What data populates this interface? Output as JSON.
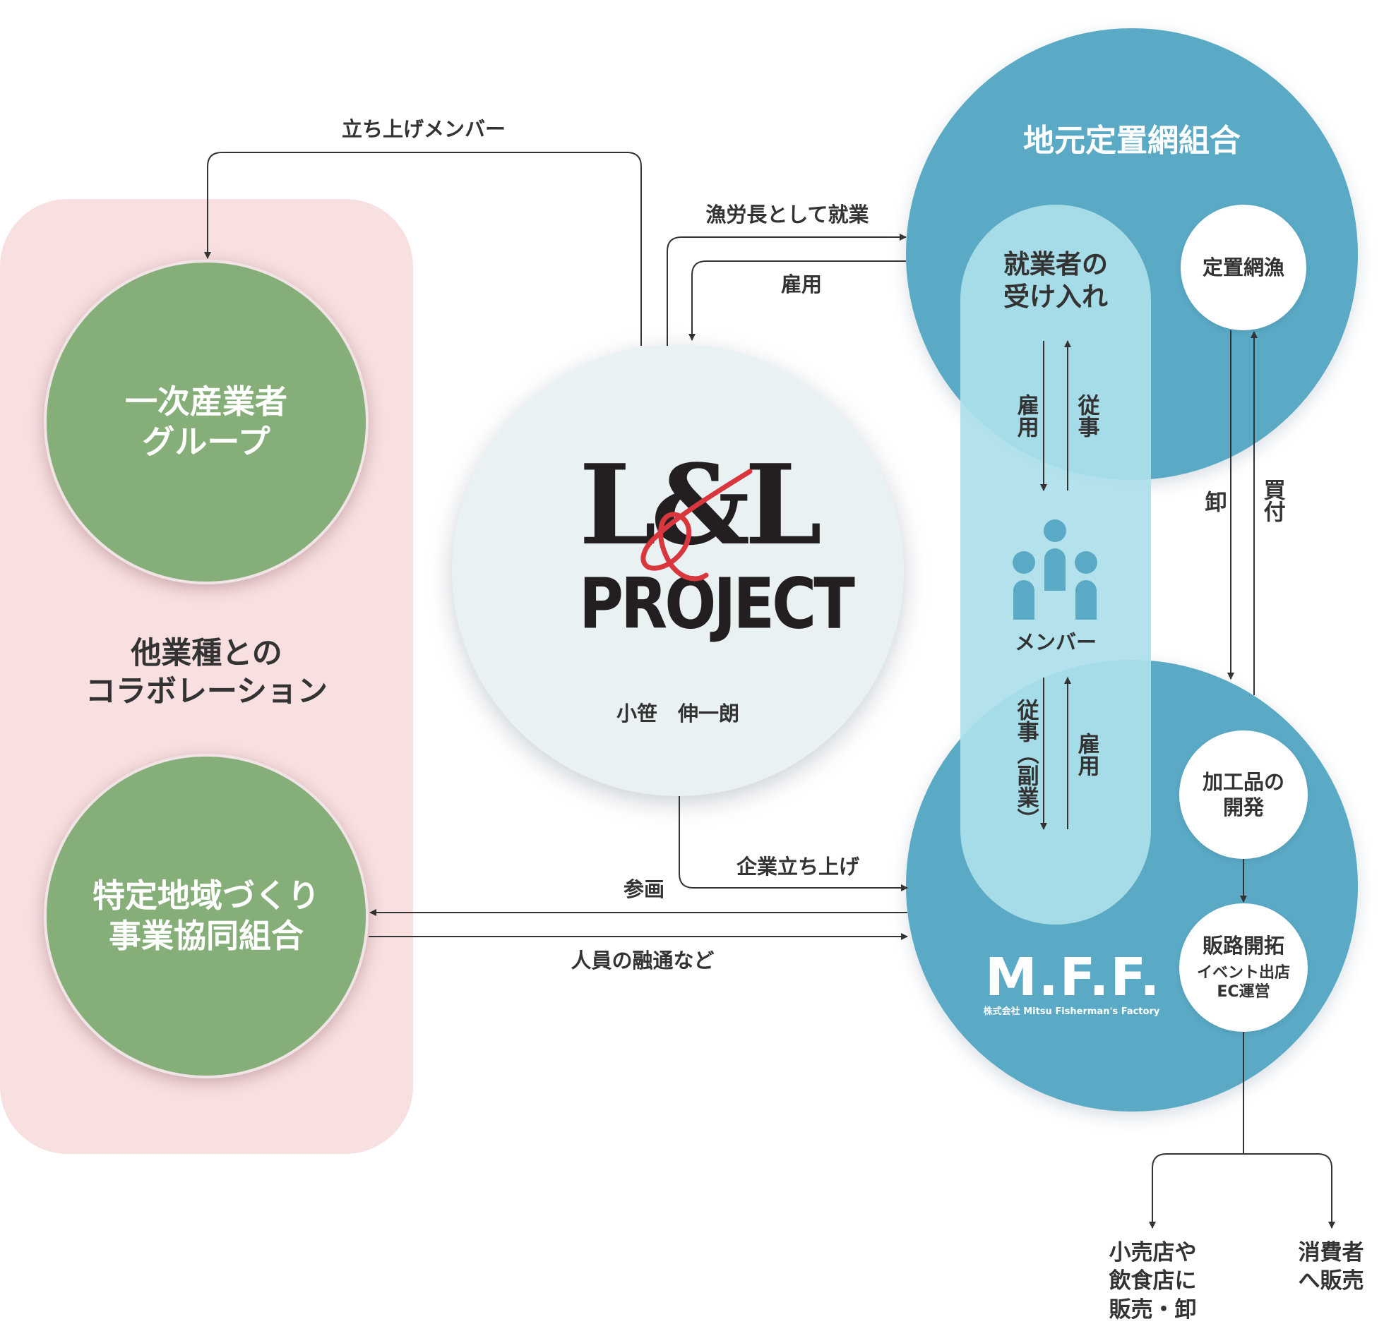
{
  "collab_panel": {
    "title": "他業種との\nコラボレーション"
  },
  "primary_group": {
    "label": "一次産業者\nグループ"
  },
  "regional_union": {
    "label": "特定地域づくり\n事業協同組合"
  },
  "ll_project": {
    "logo_top": "L&L",
    "logo_bottom": "PROJECT",
    "person": "小笹　伸一朗"
  },
  "coop": {
    "title": "地元定置網組合",
    "intake": "就業者の\n受け入れ",
    "fishing": "定置網漁"
  },
  "members": {
    "label": "メンバー"
  },
  "mff": {
    "logo": "M.F.F.",
    "subtitle": "株式会社 Mitsu Fisherman's Factory",
    "product_dev": "加工品の\n開発",
    "sales_title": "販路開拓",
    "sales_detail": "イベント出店\nEC運営"
  },
  "arrow_labels": {
    "founding_member": "立ち上げメンバー",
    "fishing_master": "漁労長として就業",
    "coop_employ": "雇用",
    "coop_employ_v": "雇用",
    "coop_engage_v": "従事",
    "wholesale": "卸",
    "purchase": "買付",
    "engage_side": "従事（副業）",
    "mff_employ_v": "雇用",
    "company_launch": "企業立ち上げ",
    "planning": "参画",
    "staffing": "人員の融通など"
  },
  "outlets": {
    "retail": "小売店や\n飲食店に\n販売・卸",
    "consumer": "消費者\nへ販売"
  },
  "colors": {
    "green": "#85ae78",
    "pink_panel": "#f8dfe0",
    "blue": "#5aa9c5",
    "light_blue": "#ace0ea",
    "logo_red": "#d9363e",
    "logo_black": "#231f20"
  }
}
